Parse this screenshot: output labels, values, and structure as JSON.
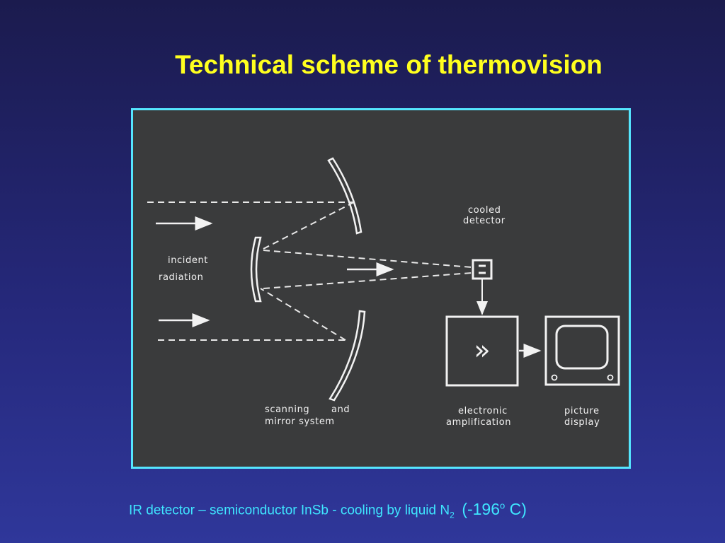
{
  "slide": {
    "title": "Technical scheme of thermovision"
  },
  "diagram": {
    "labels": {
      "incident": "incident",
      "radiation": "radiation",
      "cooled": "cooled",
      "detector": "detector",
      "scanning": "scanning",
      "and": "and",
      "mirror_system": "mirror  system",
      "electronic": "electronic",
      "amplification": "amplification",
      "picture": "picture",
      "display": "display"
    },
    "amplifier_symbol": "»"
  },
  "caption": {
    "main": "IR detector – semiconductor InSb  -  cooling by liquid N",
    "subscript": "2",
    "temp_open": "(-196",
    "temp_sup": "o",
    "temp_close": " C)"
  },
  "colors": {
    "title": "#ffff1f",
    "frame": "#55e6ff",
    "caption": "#3fe6ff",
    "photo_bg": "#3a3b3c"
  }
}
